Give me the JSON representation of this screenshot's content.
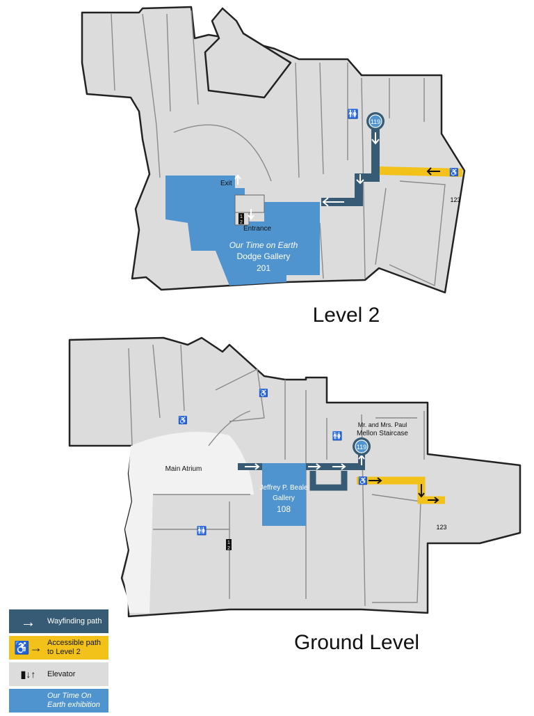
{
  "colors": {
    "floor": "#dcdcdc",
    "exhibition": "#4f94cf",
    "wayfinding": "#375b74",
    "accessible": "#f2c21b",
    "atrium": "#f2f2f2"
  },
  "level2": {
    "title": "Level 2",
    "exit_label": "Exit",
    "entrance_label": "Entrance",
    "gallery_exhibit": "Our Time on Earth",
    "gallery_name": "Dodge Gallery",
    "gallery_number": "201",
    "stair_badge": "119",
    "elevator_top": "1",
    "elevator_bottom": "2",
    "elevator_right": "123"
  },
  "ground": {
    "title": "Ground Level",
    "atrium_label": "Main Atrium",
    "gallery_name_1": "Jeffrey P. Beale",
    "gallery_name_2": "Gallery",
    "gallery_number": "108",
    "staircase_1": "Mr. and Mrs. Paul",
    "staircase_2": "Mellon Staircase",
    "stair_badge": "119",
    "elevator_top": "1",
    "elevator_bottom": "2",
    "elevator_right": "123"
  },
  "legend": {
    "wayfinding": "Wayfinding path",
    "accessible": "Accessible path to Level 2",
    "elevator": "Elevator",
    "exhibition": "Our Time On Earth exhibition"
  }
}
